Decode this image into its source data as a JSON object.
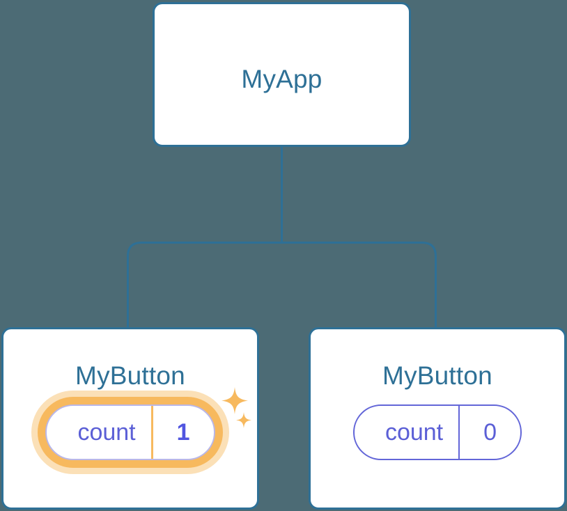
{
  "diagram": {
    "type": "component-tree",
    "background_color": "#4c6b75",
    "node_border_color": "#2e7096",
    "node_title_color": "#2e7096",
    "prop_color": "#5b5fd6",
    "highlight_color": "#f7b95e",
    "highlight_glow_color": "#fbe0b7",
    "root": {
      "title": "MyApp"
    },
    "children": [
      {
        "title": "MyButton",
        "prop_key": "count",
        "prop_value": "1",
        "highlighted": true,
        "sparkle_large": "sparkle-icon",
        "sparkle_small": "sparkle-icon"
      },
      {
        "title": "MyButton",
        "prop_key": "count",
        "prop_value": "0",
        "highlighted": false
      }
    ]
  }
}
